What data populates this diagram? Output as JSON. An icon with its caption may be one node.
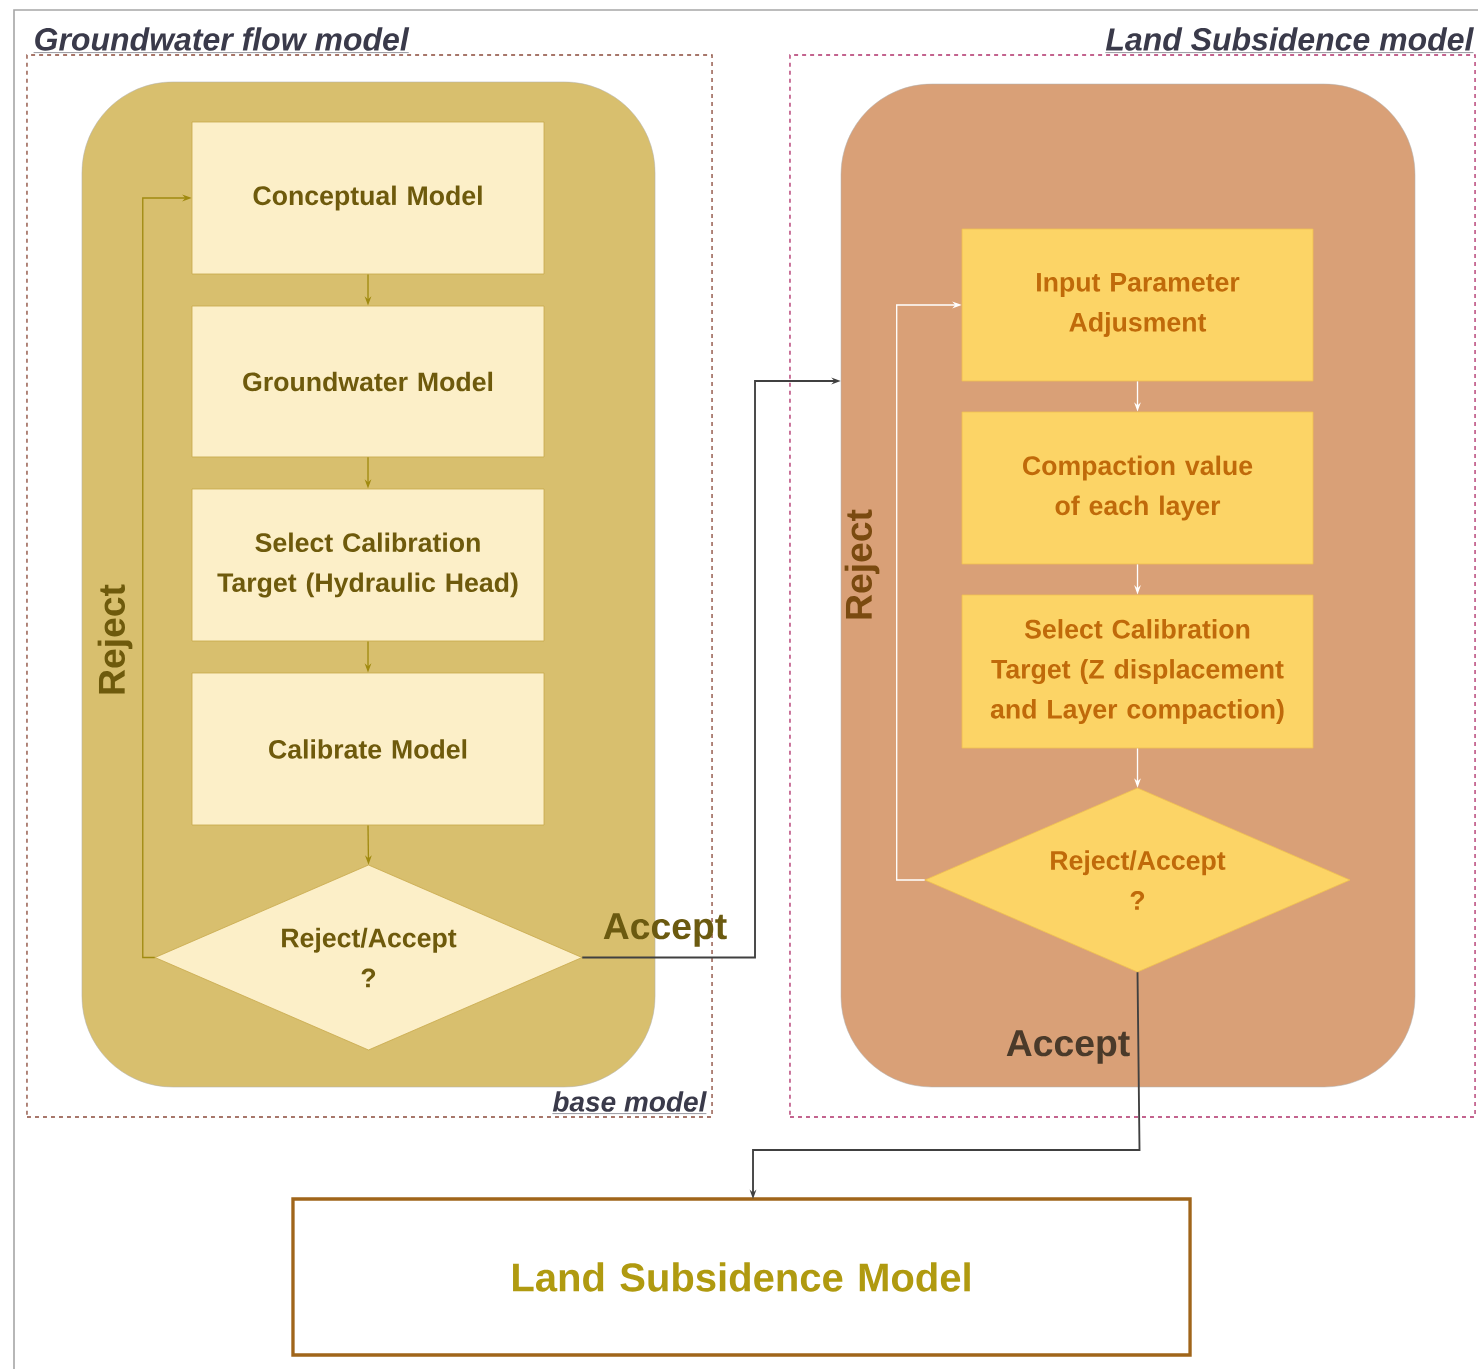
{
  "diagram": {
    "nodes": [
      {
        "text": [
          "Groundwater flow model",
          "base model"
        ]
      },
      {
        "text": [],
        "shape": "box",
        "in": 0
      },
      {
        "text": [
          "Conceptual Model"
        ],
        "in": 1
      },
      {
        "text": [
          "Groundwater Model"
        ],
        "in": 1
      },
      {
        "text": [
          "Select Calibration Target (Hydraulic Head)"
        ],
        "in": 1
      },
      {
        "text": [
          "Calibrate Model"
        ],
        "in": 1
      },
      {
        "text": [
          "Reject/Accept ?"
        ],
        "in": 1
      },
      {
        "text": [
          "Land Subsidence model"
        ]
      },
      {
        "text": [],
        "shape": "box",
        "in": 7
      },
      {
        "text": [
          "Input Parameter Adjusment"
        ],
        "in": 8
      },
      {
        "text": [
          "Compaction value of each layer"
        ],
        "in": 8
      },
      {
        "text": [
          "Select Calibration Target (Z displacement and Layer compaction)"
        ],
        "in": 8
      },
      {
        "text": [
          "Reject/Accept ?"
        ],
        "in": 8
      },
      {
        "text": [
          "Land Subsidence Model"
        ]
      }
    ],
    "edges": [
      {
        "from": 2,
        "to": 3,
        "arrow": "to"
      },
      {
        "from": 3,
        "to": 4,
        "arrow": "to"
      },
      {
        "from": 4,
        "to": 5,
        "arrow": "to"
      },
      {
        "from": 5,
        "to": 6,
        "arrow": "to"
      },
      {
        "from": 6,
        "to": 2,
        "arrow": "to",
        "label": "Reject"
      },
      {
        "from": 6,
        "to": 8,
        "arrow": "to",
        "label": "Accept",
        "color": "#404040"
      },
      {
        "from": 9,
        "to": 10,
        "arrow": "to",
        "color": "#ffffff"
      },
      {
        "from": 10,
        "to": 11,
        "arrow": "to",
        "color": "#ffffff"
      },
      {
        "from": 11,
        "to": 12,
        "arrow": "to",
        "color": "#ffffff"
      },
      {
        "from": 12,
        "to": 9,
        "arrow": "to",
        "label": "Reject",
        "color": "#ffffff"
      },
      {
        "from": 12,
        "to": 13,
        "arrow": "to",
        "label": "Accept",
        "color": "#404040"
      }
    ]
  }
}
